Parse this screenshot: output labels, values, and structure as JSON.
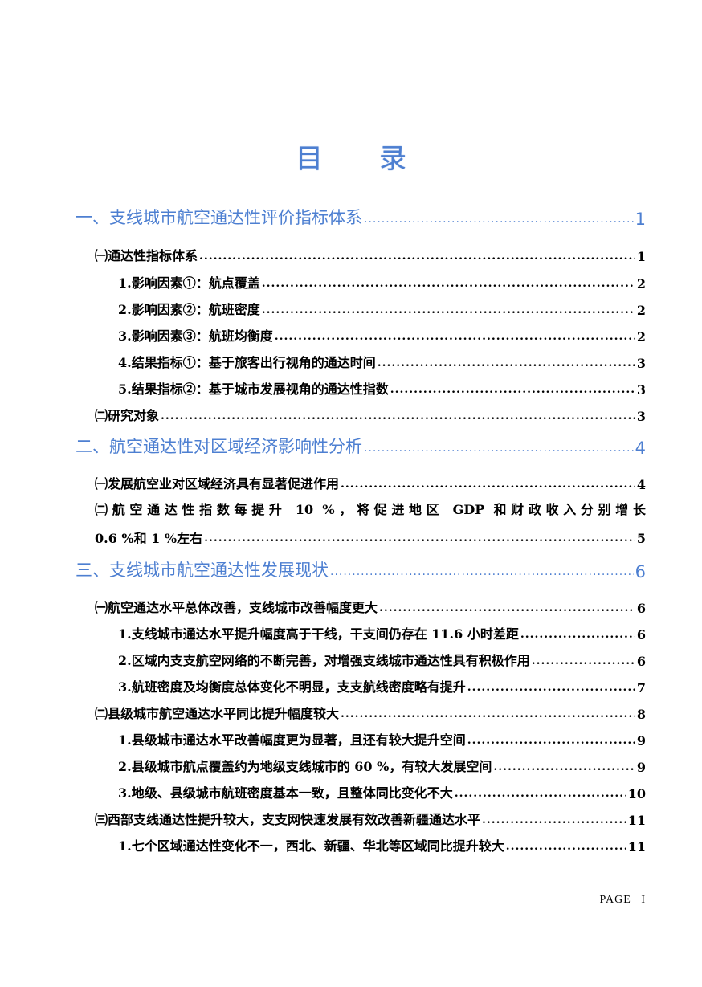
{
  "title": {
    "char1": "目",
    "char2": "录"
  },
  "toc": {
    "s1": {
      "label": "一、支线城市航空通达性评价指标体系",
      "page": "1"
    },
    "s1_1": {
      "label": "㈠通达性指标体系",
      "page": "1"
    },
    "s1_1_1": {
      "label": "1.影响因素①：航点覆盖",
      "page": "2"
    },
    "s1_1_2": {
      "label": "2.影响因素②：航班密度",
      "page": "2"
    },
    "s1_1_3": {
      "label": "3.影响因素③：航班均衡度",
      "page": "2"
    },
    "s1_1_4": {
      "label": "4.结果指标①：基于旅客出行视角的通达时间",
      "page": "3"
    },
    "s1_1_5": {
      "label": "5.结果指标②：基于城市发展视角的通达性指数",
      "page": "3"
    },
    "s1_2": {
      "label": "㈡研究对象",
      "page": "3"
    },
    "s2": {
      "label": "二、航空通达性对区域经济影响性分析",
      "page": "4"
    },
    "s2_1": {
      "label": "㈠发展航空业对区域经济具有显著促进作用",
      "page": "4"
    },
    "s2_2": {
      "label_line1": "㈡航空通达性指数每提升 10 %，将促进地区 GDP 和财政收入分别增长",
      "label_line2": "0.6 %和 1 %左右",
      "page": "5"
    },
    "s3": {
      "label": "三、支线城市航空通达性发展现状",
      "page": "6"
    },
    "s3_1": {
      "label": "㈠航空通达水平总体改善，支线城市改善幅度更大",
      "page": "6"
    },
    "s3_1_1": {
      "label": "1.支线城市通达水平提升幅度高于干线，干支间仍存在 11.6 小时差距",
      "page": "6"
    },
    "s3_1_2": {
      "label": "2.区域内支支航空网络的不断完善，对增强支线城市通达性具有积极作用",
      "page": "6"
    },
    "s3_1_3": {
      "label": "3.航班密度及均衡度总体变化不明显，支支航线密度略有提升",
      "page": "7"
    },
    "s3_2": {
      "label": "㈡县级城市航空通达水平同比提升幅度较大",
      "page": "8"
    },
    "s3_2_1": {
      "label": "1.县级城市通达水平改善幅度更为显著，且还有较大提升空间",
      "page": "9"
    },
    "s3_2_2": {
      "label": "2.县级城市航点覆盖约为地级支线城市的 60 %，有较大发展空间",
      "page": "9"
    },
    "s3_2_3": {
      "label": "3.地级、县级城市航班密度基本一致，且整体同比变化不大",
      "page": "10"
    },
    "s3_3": {
      "label": "㈢西部支线通达性提升较大，支支网快速发展有效改善新疆通达水平",
      "page": "11"
    },
    "s3_3_1": {
      "label": "1.七个区域通达性变化不一，西北、新疆、华北等区域同比提升较大",
      "page": "11"
    }
  },
  "footer": {
    "page_label": "PAGE",
    "page_number": "I"
  }
}
